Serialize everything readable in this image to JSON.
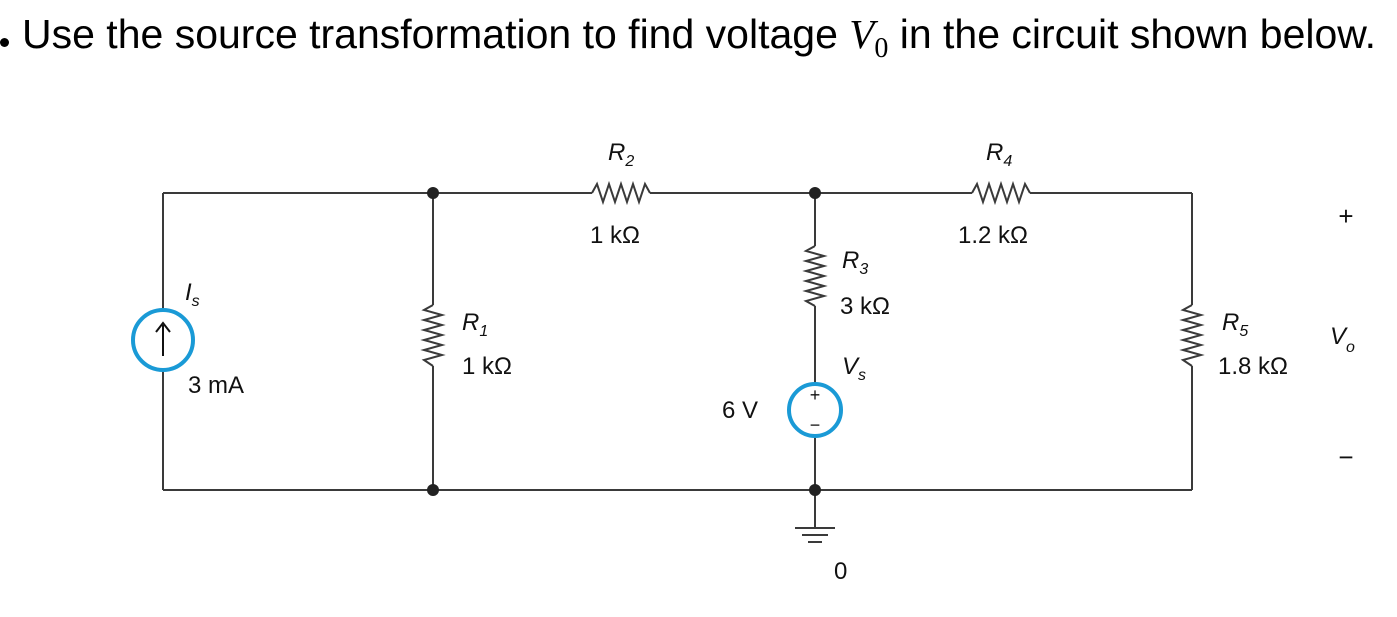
{
  "question": {
    "text_before": "Use the source transformation to find voltage ",
    "var_letter": "V",
    "var_sub": "0",
    "text_after": " in the circuit shown below."
  },
  "circuit": {
    "current_source": {
      "name": "I",
      "name_sub": "s",
      "value": "3 mA"
    },
    "voltage_source": {
      "name": "V",
      "name_sub": "s",
      "value": "6 V",
      "plus": "+",
      "minus": "−"
    },
    "resistors": {
      "R1": {
        "name": "R",
        "sub": "1",
        "value": "1 kΩ"
      },
      "R2": {
        "name": "R",
        "sub": "2",
        "value": "1 kΩ"
      },
      "R3": {
        "name": "R",
        "sub": "3",
        "value": "3 kΩ"
      },
      "R4": {
        "name": "R",
        "sub": "4",
        "value": "1.2 kΩ"
      },
      "R5": {
        "name": "R",
        "sub": "5",
        "value": "1.8 kΩ"
      }
    },
    "output": {
      "name": "V",
      "name_sub": "o",
      "plus": "+",
      "minus": "−"
    },
    "ground": {
      "label": "0"
    },
    "source_color": "#1a9ad6"
  }
}
